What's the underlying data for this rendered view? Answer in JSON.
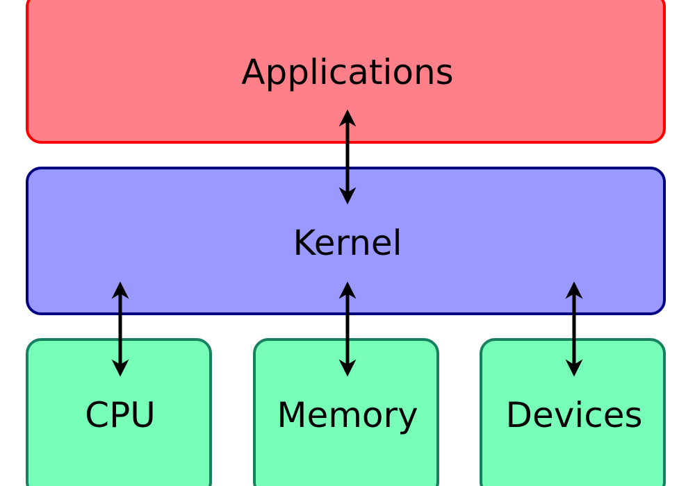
{
  "layers": {
    "applications": {
      "label": "Applications",
      "fill": "#ff8088",
      "stroke": "#ff0000"
    },
    "kernel": {
      "label": "Kernel",
      "fill": "#9999ff",
      "stroke": "#000080"
    },
    "hardware": [
      {
        "label": "CPU",
        "fill": "#77ffb8",
        "stroke": "#168060"
      },
      {
        "label": "Memory",
        "fill": "#77ffb8",
        "stroke": "#168060"
      },
      {
        "label": "Devices",
        "fill": "#77ffb8",
        "stroke": "#168060"
      }
    ]
  },
  "connections": [
    {
      "from": "Applications",
      "to": "Kernel",
      "type": "bidirectional"
    },
    {
      "from": "Kernel",
      "to": "CPU",
      "type": "bidirectional"
    },
    {
      "from": "Kernel",
      "to": "Memory",
      "type": "bidirectional"
    },
    {
      "from": "Kernel",
      "to": "Devices",
      "type": "bidirectional"
    }
  ]
}
